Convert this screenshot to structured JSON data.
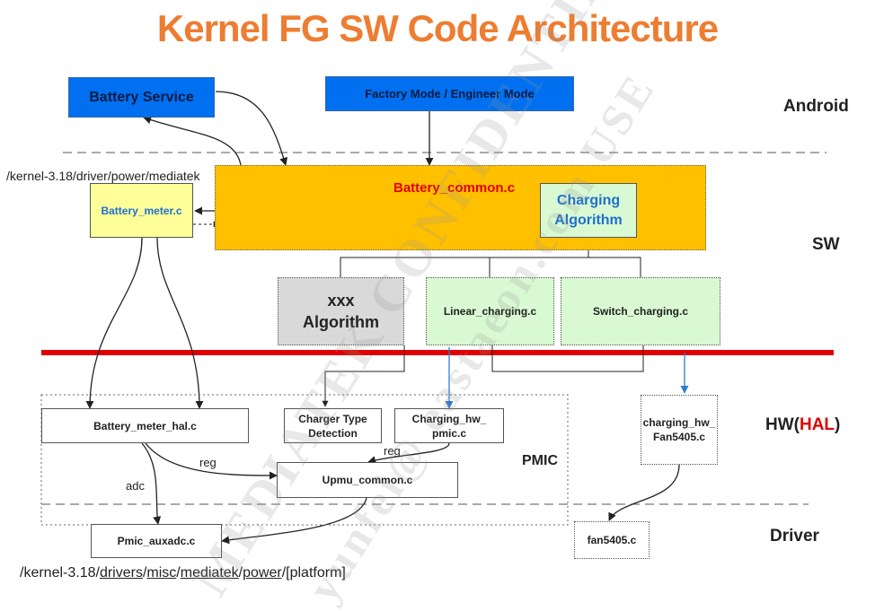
{
  "title": "Kernel FG SW Code Architecture",
  "layers": {
    "android": "Android",
    "sw": "SW",
    "hw_prefix": "HW(",
    "hw_hal": "HAL",
    "hw_suffix": ")",
    "driver": "Driver"
  },
  "paths": {
    "power_dir": "/kernel-3.18/driver/power/mediatek",
    "misc_segments": [
      "/kernel-3.18/",
      "drivers",
      "/",
      "misc",
      "/",
      "mediatek",
      "/",
      "power",
      "/[platform]"
    ]
  },
  "boxes": {
    "battery_service": "Battery Service",
    "factory_mode": "Factory Mode / Engineer Mode",
    "battery_common": "Battery_common.c",
    "charging_algorithm_l1": "Charging",
    "charging_algorithm_l2": "Algorithm",
    "battery_meter": "Battery_meter.c",
    "xxx_algorithm_l1": "xxx",
    "xxx_algorithm_l2": "Algorithm",
    "linear_charging": "Linear_charging.c",
    "switch_charging": "Switch_charging.c",
    "battery_meter_hal": "Battery_meter_hal.c",
    "charger_type_l1": "Charger Type",
    "charger_type_l2": "Detection",
    "charging_hw_pmic_l1": "Charging_hw_",
    "charging_hw_pmic_l2": "pmic.c",
    "charging_hw_fan_l1": "charging_hw_",
    "charging_hw_fan_l2": "Fan5405.c",
    "upmu_common": "Upmu_common.c",
    "pmic_auxadc": "Pmic_auxadc.c",
    "fan5405": "fan5405.c"
  },
  "labels": {
    "pmic": "PMIC",
    "reg_a": "reg",
    "reg_b": "reg",
    "adc": "adc"
  },
  "watermark": {
    "line1": "MEDIATEK CONFIDENTIAL",
    "line2": "yunfei@ eastaeon.com USE"
  },
  "colors": {
    "title": "#ed7d31",
    "android_box": "#0070f0",
    "sw_region": "#ffc000",
    "battery_meter_box": "#ffff99",
    "algorithm_box": "#d9f9d3",
    "xxx_box": "#d9d9d9",
    "hal_divider": "#e00000",
    "blue_arrow": "#2f7cd0",
    "red_text": "#e00000"
  }
}
